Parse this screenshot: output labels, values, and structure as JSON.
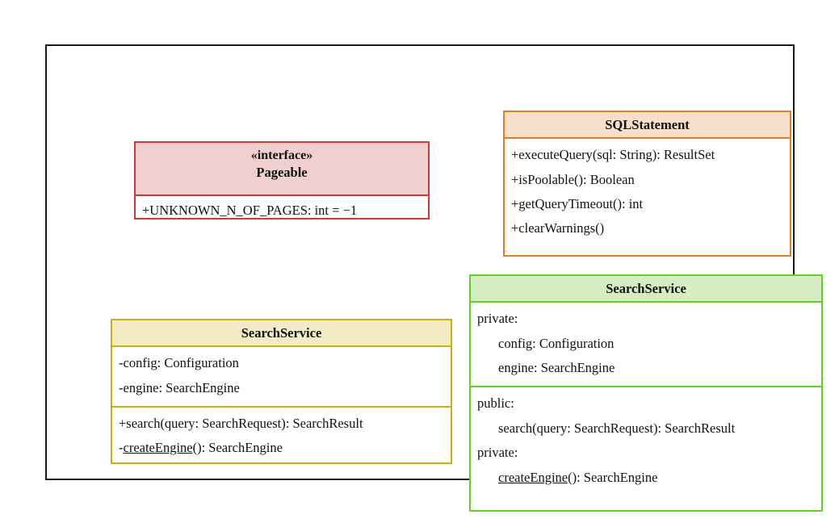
{
  "diagram": {
    "type": "uml-class-diagram",
    "background": "#ffffff",
    "frame_color": "#1a1a1a",
    "classes": [
      {
        "id": "pageable",
        "name": "Pageable",
        "stereotype": "«interface»",
        "fill": "#f2cfcf",
        "border": "#cc3a3a",
        "compartments": [
          {
            "rows": [
              {
                "text": "+UNKNOWN_N_OF_PAGES: int = −1",
                "underline": false,
                "indent": false
              }
            ]
          }
        ]
      },
      {
        "id": "sqlstatement",
        "name": "SQLStatement",
        "stereotype": "",
        "fill": "#f6e0cb",
        "border": "#df7f22",
        "compartments": [
          {
            "rows": [
              {
                "text": "+executeQuery(sql: String): ResultSet",
                "underline": false,
                "indent": false
              },
              {
                "text": "+isPoolable(): Boolean",
                "underline": false,
                "indent": false
              },
              {
                "text": "+getQueryTimeout(): int",
                "underline": false,
                "indent": false
              },
              {
                "text": "+clearWarnings()",
                "underline": false,
                "indent": false
              }
            ]
          }
        ]
      },
      {
        "id": "searchservice-yellow",
        "name": "SearchService",
        "stereotype": "",
        "fill": "#f2ebc5",
        "border": "#ccb00f",
        "compartments": [
          {
            "rows": [
              {
                "text": "-config: Configuration",
                "underline": false,
                "indent": false
              },
              {
                "text": "-engine: SearchEngine",
                "underline": false,
                "indent": false
              }
            ]
          },
          {
            "rows": [
              {
                "text": "+search(query: SearchRequest): SearchResult",
                "underline": false,
                "indent": false
              },
              {
                "prefix": "-",
                "underlined_part": "createEngine",
                "suffix": "(): SearchEngine",
                "underline": true,
                "indent": false
              }
            ]
          }
        ]
      },
      {
        "id": "searchservice-green",
        "name": "SearchService",
        "stereotype": "",
        "fill": "#d5edc0",
        "border": "#5ed127",
        "compartments": [
          {
            "rows": [
              {
                "text": "private:",
                "underline": false,
                "indent": false
              },
              {
                "text": "config: Configuration",
                "underline": false,
                "indent": true
              },
              {
                "text": "engine: SearchEngine",
                "underline": false,
                "indent": true
              }
            ]
          },
          {
            "rows": [
              {
                "text": "public:",
                "underline": false,
                "indent": false
              },
              {
                "text": "search(query: SearchRequest): SearchResult",
                "underline": false,
                "indent": true
              },
              {
                "text": "private:",
                "underline": false,
                "indent": false
              },
              {
                "prefix": "",
                "underlined_part": "createEngine",
                "suffix": "(): SearchEngine",
                "underline": true,
                "indent": true
              }
            ]
          }
        ]
      }
    ]
  },
  "pageable": {
    "stereotype": "«interface»",
    "name": "Pageable",
    "attr_0": "+UNKNOWN_N_OF_PAGES: int = −1"
  },
  "sqlstatement": {
    "name": "SQLStatement",
    "op_0": "+executeQuery(sql: String): ResultSet",
    "op_1": "+isPoolable(): Boolean",
    "op_2": "+getQueryTimeout(): int",
    "op_3": "+clearWarnings()"
  },
  "searchservice_yellow": {
    "name": "SearchService",
    "attr_0": "-config: Configuration",
    "attr_1": "-engine: SearchEngine",
    "op_0": "+search(query: SearchRequest): SearchResult",
    "op_1_prefix": "-",
    "op_1_underlined": "createEngine",
    "op_1_suffix": "(): SearchEngine"
  },
  "searchservice_green": {
    "name": "SearchService",
    "section_private_1": "private:",
    "attr_0": "config: Configuration",
    "attr_1": "engine: SearchEngine",
    "section_public": "public:",
    "op_0": "search(query: SearchRequest): SearchResult",
    "section_private_2": "private:",
    "op_1_underlined": "createEngine",
    "op_1_suffix": "(): SearchEngine"
  }
}
